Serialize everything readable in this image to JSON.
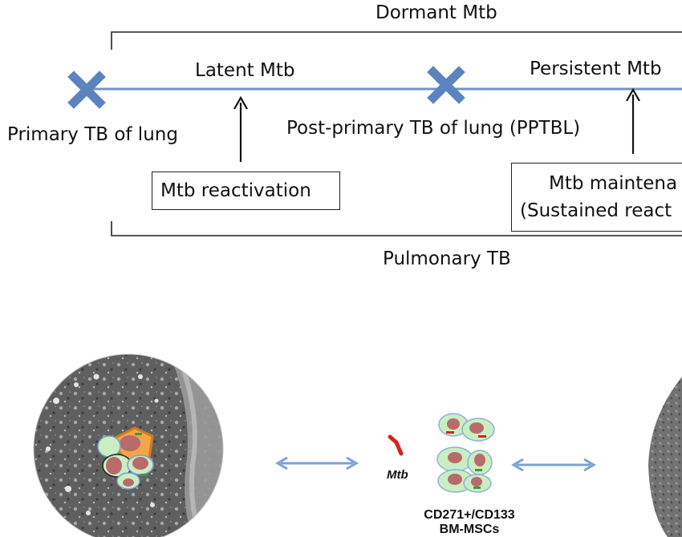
{
  "timeline": {
    "top_bracket_label": "Dormant Mtb",
    "bottom_bracket_label": "Pulmonary TB",
    "stage_left_label": "Latent Mtb",
    "stage_right_label": "Persistent Mtb",
    "marker_left_label": "Primary TB of lung",
    "marker_mid_label": "Post-primary TB of lung (PPTBL)",
    "box_left_text": "Mtb reactivation",
    "box_right_line1": "Mtb maintena",
    "box_right_line2": "(Sustained react"
  },
  "bottom_panel": {
    "mtb_label": "Mtb",
    "cell_label_line1": "CD271+/CD133",
    "cell_label_line2": "BM-MSCs"
  },
  "colors": {
    "timeline_line": "#6f93c6",
    "marker_x": "#5b83c0",
    "arrow_double": "#7da3d6",
    "mtb_red": "#d0271d",
    "cell_fill": "#c9eec1",
    "nucleus": "#b96a6a"
  }
}
